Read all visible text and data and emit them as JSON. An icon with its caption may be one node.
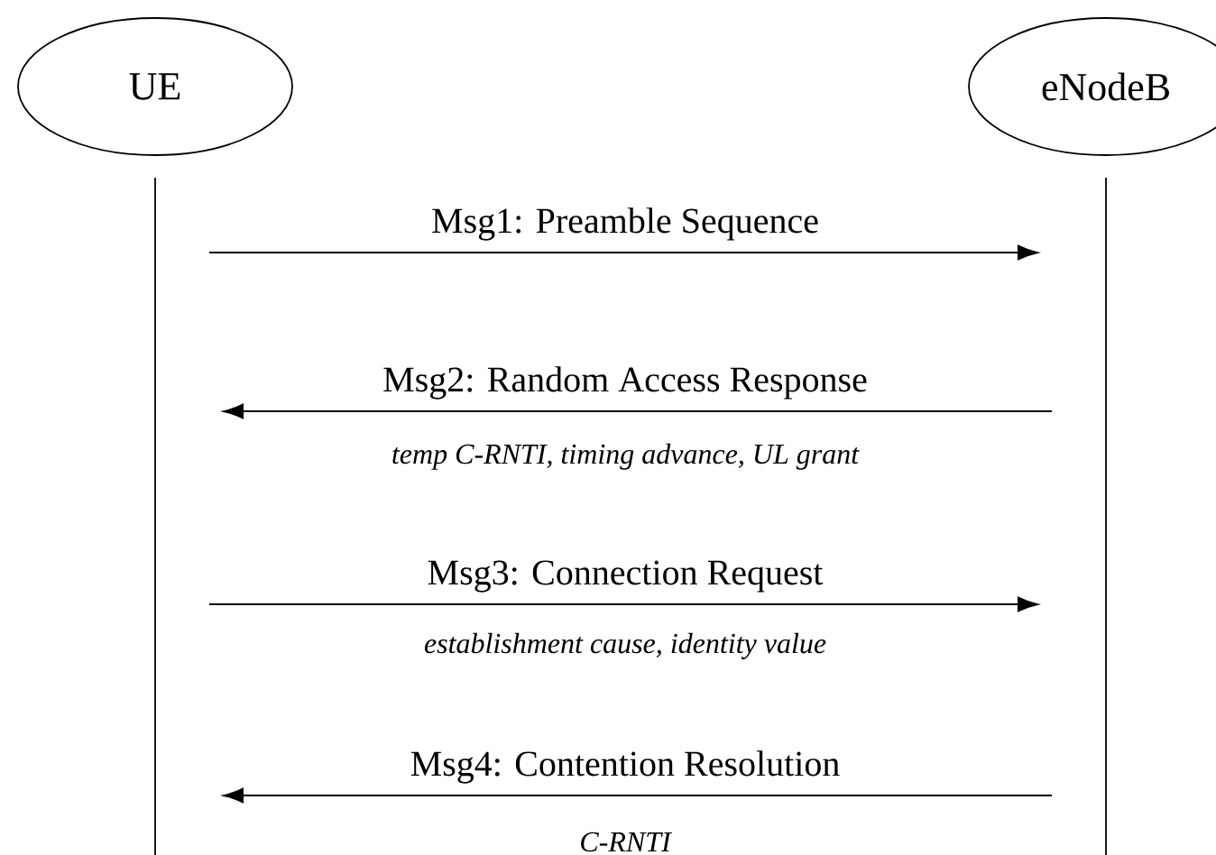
{
  "diagram": {
    "nodes": [
      {
        "text": [
          "UE"
        ]
      },
      {
        "text": [
          "eNodeB"
        ]
      },
      {
        "text": [],
        "shape": "line"
      },
      {
        "text": [],
        "shape": "line"
      }
    ],
    "edges": [
      {
        "from": 2,
        "to": 3,
        "arrow": "to",
        "label": "Msg1: Preamble Sequence"
      },
      {
        "from": 3,
        "to": 2,
        "arrow": "to",
        "label": "Msg2: Random Access Response"
      },
      {
        "from": 2,
        "to": 3,
        "arrow": "to",
        "label": "Msg3: Connection Request"
      },
      {
        "from": 3,
        "to": 2,
        "arrow": "to",
        "label": "Msg4: Contention Resolution"
      }
    ],
    "labels": [
      "temp C-RNTI, timing advance, UL grant",
      "establishment cause, identity value",
      "C-RNTI"
    ]
  }
}
